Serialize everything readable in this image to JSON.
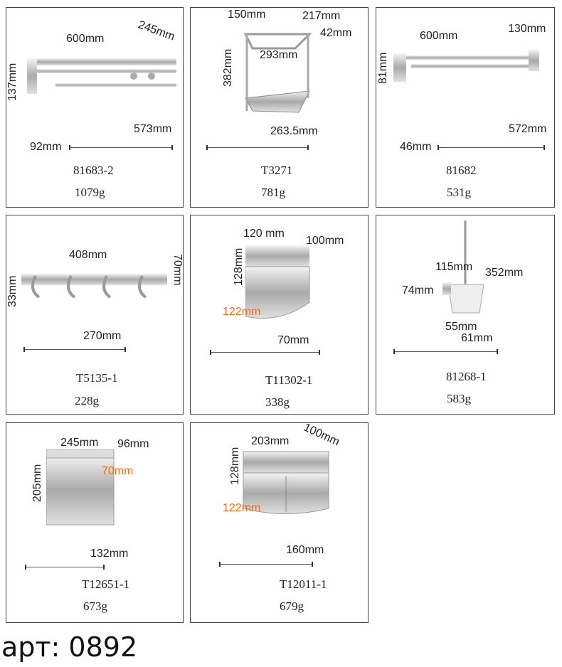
{
  "products": [
    {
      "model": "81683-2",
      "weight": "1079g",
      "dims": [
        "600mm",
        "245mm",
        "137mm",
        "573mm",
        "92mm"
      ]
    },
    {
      "model": "T3271",
      "weight": "781g",
      "dims": [
        "150mm",
        "217mm",
        "42mm",
        "293mm",
        "382mm",
        "263.5mm"
      ]
    },
    {
      "model": "81682",
      "weight": "531g",
      "dims": [
        "600mm",
        "130mm",
        "81mm",
        "572mm",
        "46mm"
      ]
    },
    {
      "model": "T5135-1",
      "weight": "228g",
      "dims": [
        "408mm",
        "70mm",
        "33mm",
        "270mm"
      ]
    },
    {
      "model": "T11302-1",
      "weight": "338g",
      "dims": [
        "120 mm",
        "100mm",
        "128mm",
        "122mm",
        "70mm"
      ]
    },
    {
      "model": "81268-1",
      "weight": "583g",
      "dims": [
        "115mm",
        "352mm",
        "74mm",
        "55mm",
        "61mm"
      ]
    },
    {
      "model": "T12651-1",
      "weight": "673g",
      "dims": [
        "245mm",
        "96mm",
        "205mm",
        "70mm",
        "132mm"
      ]
    },
    {
      "model": "T12011-1",
      "weight": "679g",
      "dims": [
        "203mm",
        "100mm",
        "128mm",
        "122mm",
        "160mm"
      ]
    }
  ],
  "footer": {
    "article": "арт: 0892"
  },
  "colors": {
    "highlight": "#f26a10",
    "border": "#444444"
  }
}
